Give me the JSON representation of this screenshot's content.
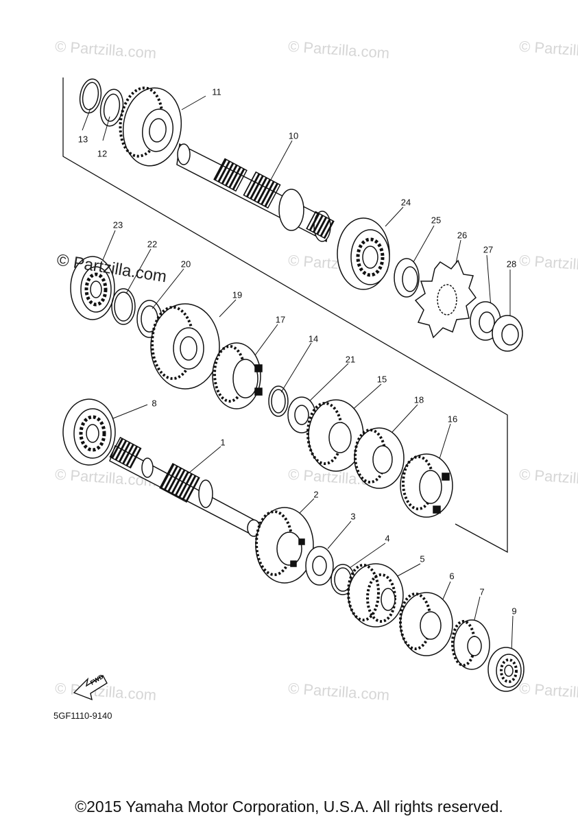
{
  "watermarks": [
    {
      "text": "© Partzilla.com"
    }
  ],
  "watermark_strong": "© Partzilla.com",
  "callouts": {
    "p1": "1",
    "p2": "2",
    "p3": "3",
    "p4": "4",
    "p5": "5",
    "p6": "6",
    "p7": "7",
    "p8": "8",
    "p9": "9",
    "p10": "10",
    "p11": "11",
    "p12": "12",
    "p13": "13",
    "p14": "14",
    "p15": "15",
    "p16": "16",
    "p17": "17",
    "p18": "18",
    "p19": "19",
    "p20": "20",
    "p21": "21",
    "p22": "22",
    "p23": "23",
    "p24": "24",
    "p25": "25",
    "p26": "26",
    "p27": "27",
    "p28": "28"
  },
  "fwd_label": "FWD",
  "diagram_code": "5GF1110-9140",
  "copyright": "©2015 Yamaha Motor Corporation, U.S.A. All rights reserved.",
  "colors": {
    "line": "#111111",
    "watermark": "#d6d6d6",
    "background": "#ffffff"
  }
}
